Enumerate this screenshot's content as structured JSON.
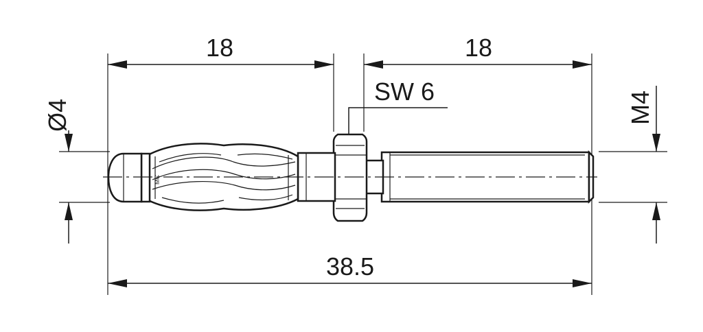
{
  "dimensions": {
    "top_left_length": "18",
    "top_right_length": "18",
    "wrench_size": "SW 6",
    "diameter": "Ø4",
    "thread": "M4",
    "total_length": "38.5"
  },
  "marking": "MC"
}
